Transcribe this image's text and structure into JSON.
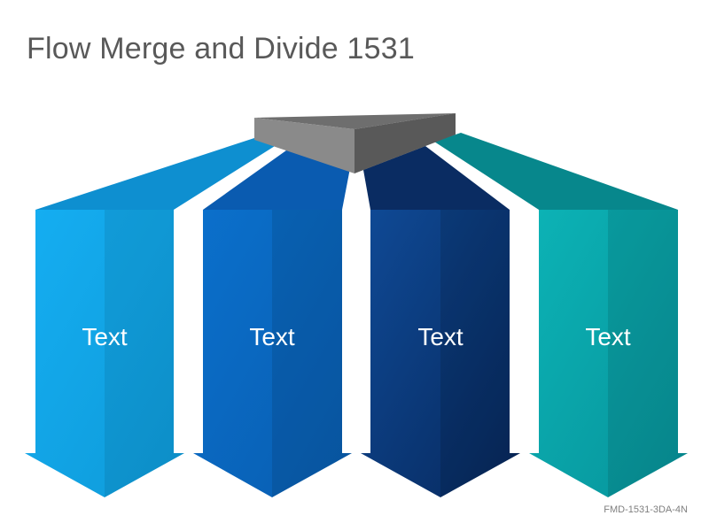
{
  "title": "Flow Merge and Divide 1531",
  "footer": "FMD-1531-3DA-4N",
  "arrows": [
    {
      "label": "Text",
      "color": "#13a8ec"
    },
    {
      "label": "Text",
      "color": "#0a68c4"
    },
    {
      "label": "Text",
      "color": "#0c3f86"
    },
    {
      "label": "Text",
      "color": "#0aa8ad"
    }
  ],
  "hub_color": "#7a7a7a"
}
